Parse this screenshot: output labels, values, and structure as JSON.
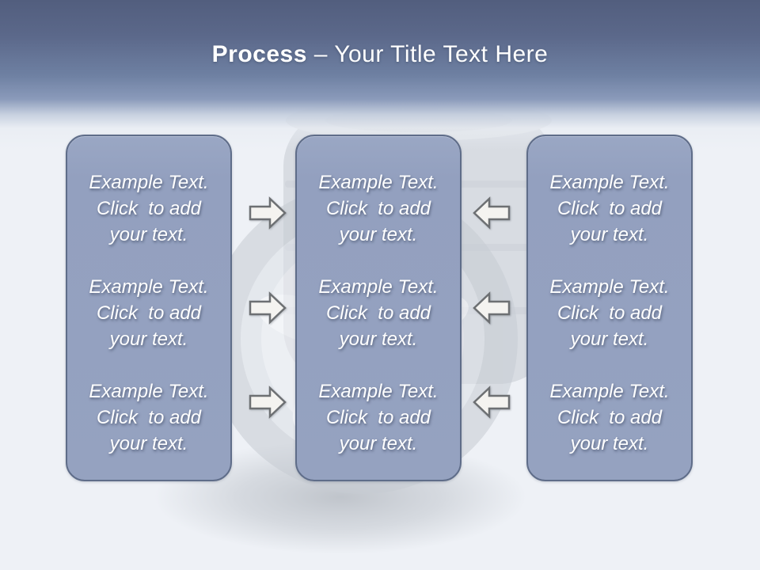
{
  "title": {
    "keyword": "Process",
    "rest": "– Your Title Text Here"
  },
  "panels": [
    {
      "name": "left",
      "blocks": [
        "Example Text.\nClick  to add\nyour text.",
        "Example Text.\nClick  to add\nyour text.",
        "Example Text.\nClick  to add\nyour text."
      ]
    },
    {
      "name": "middle",
      "blocks": [
        "Example Text.\nClick  to add\nyour text.",
        "Example Text.\nClick  to add\nyour text.",
        "Example Text.\nClick  to add\nyour text."
      ]
    },
    {
      "name": "right",
      "blocks": [
        "Example Text.\nClick  to add\nyour text.",
        "Example Text.\nClick  to add\nyour text.",
        "Example Text.\nClick  to add\nyour text."
      ]
    }
  ],
  "arrows": [
    {
      "direction": "right"
    },
    {
      "direction": "right"
    },
    {
      "direction": "right"
    },
    {
      "direction": "left"
    },
    {
      "direction": "left"
    },
    {
      "direction": "left"
    }
  ],
  "background": {
    "watermark": "stacked-car-tires-with-alloy-wheel"
  },
  "colors": {
    "header_top": "#525e7e",
    "header_mid": "#6e80a2",
    "canvas": "#eef1f6",
    "panel_fill": "#95a2c0",
    "panel_border": "#5f6d89",
    "arrow_fill": "#f4f3f0",
    "arrow_border": "#6d7073",
    "text": "#ffffff"
  }
}
